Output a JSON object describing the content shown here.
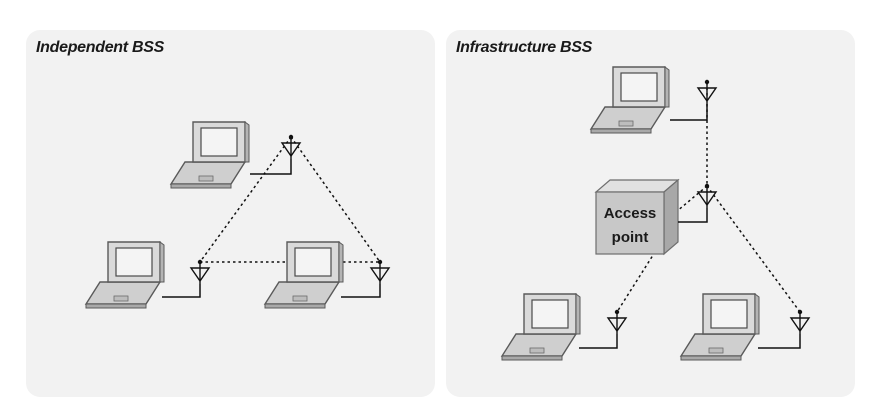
{
  "panels": {
    "left": {
      "title": "Independent BSS"
    },
    "right": {
      "title": "Infrastructure BSS"
    }
  },
  "access_point": {
    "line1": "Access",
    "line2": "point"
  },
  "icons": {
    "station": "laptop-icon",
    "antenna": "antenna-icon",
    "access_point": "cube-icon"
  },
  "colors": {
    "panel_background": "#f2f2f2",
    "laptop_body": "#d4d4d4",
    "access_point_body": "#c8c8c8",
    "line": "#111111"
  }
}
